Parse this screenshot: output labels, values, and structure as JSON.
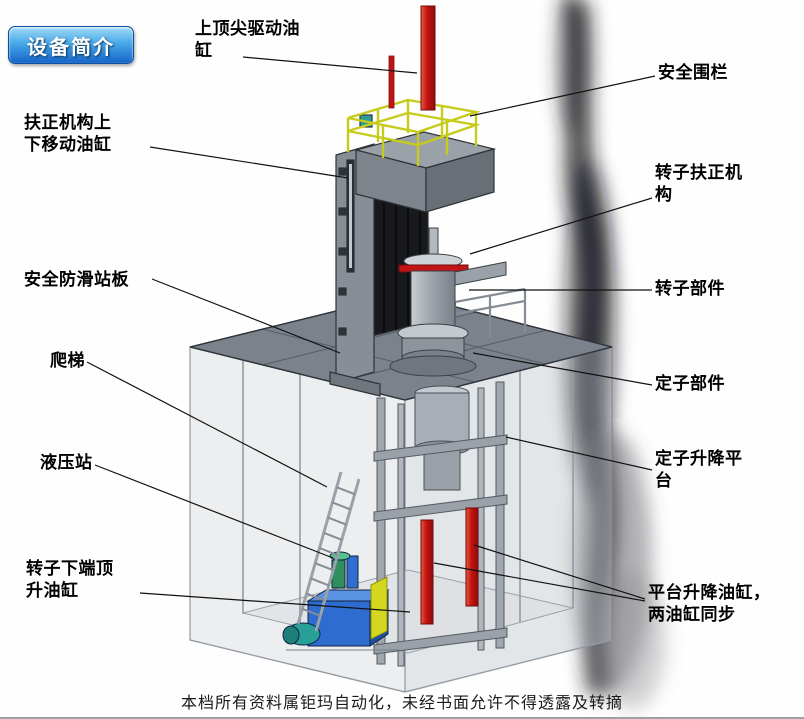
{
  "badge": {
    "label": "设备简介"
  },
  "labels": [
    {
      "text": "上顶尖驱动油缸"
    },
    {
      "text": "安全围栏"
    },
    {
      "text": "扶正机构上下移动油缸"
    },
    {
      "text": "转子扶正机构"
    },
    {
      "text": "安全防滑站板"
    },
    {
      "text": "转子部件"
    },
    {
      "text": "爬梯"
    },
    {
      "text": "定子部件"
    },
    {
      "text": "液压站"
    },
    {
      "text": "定子升降平台"
    },
    {
      "text": "转子下端顶升油缸"
    },
    {
      "text": "平台升降油缸，两油缸同步"
    }
  ],
  "footer": {
    "text": "本档所有资料属钜玛自动化，未经书面允许不得透露及转摘"
  },
  "colors": {
    "badge_blue": "#1565c8",
    "cylinder_red": "#c21414",
    "railing_yellow": "#c6cb1c",
    "hydraulic_blue": "#2e6cd0",
    "platform_grey": "#7b828c"
  }
}
